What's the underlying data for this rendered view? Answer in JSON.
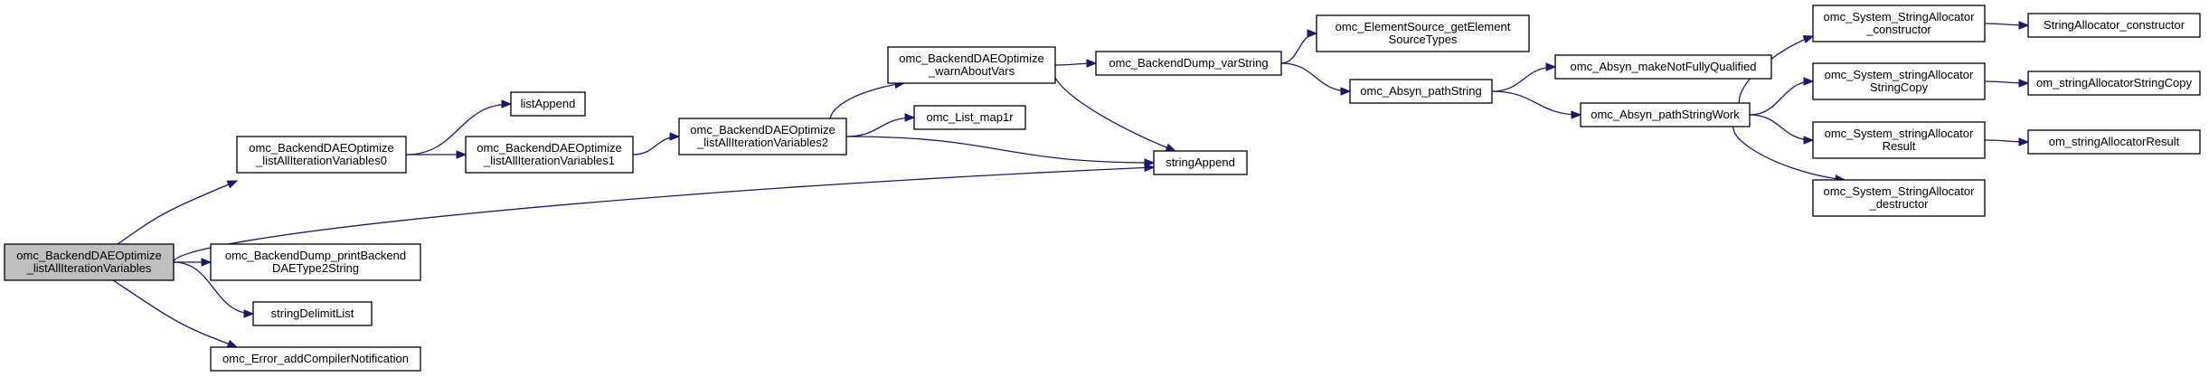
{
  "diagram": {
    "colors": {
      "edge": "#191970",
      "node_fill": "#ffffff",
      "root_fill": "#bfbfbf",
      "border": "#000000"
    },
    "nodes": [
      {
        "id": "root",
        "lines": [
          "omc_BackendDAEOptimize",
          "_listAllIterationVariables"
        ],
        "root": true
      },
      {
        "id": "liv0",
        "lines": [
          "omc_BackendDAEOptimize",
          "_listAllIterationVariables0"
        ]
      },
      {
        "id": "printDAE",
        "lines": [
          "omc_BackendDump_printBackend",
          "DAEType2String"
        ]
      },
      {
        "id": "strDelim",
        "lines": [
          "stringDelimitList"
        ]
      },
      {
        "id": "errNotif",
        "lines": [
          "omc_Error_addCompilerNotification"
        ]
      },
      {
        "id": "listAppend",
        "lines": [
          "listAppend"
        ]
      },
      {
        "id": "liv1",
        "lines": [
          "omc_BackendDAEOptimize",
          "_listAllIterationVariables1"
        ]
      },
      {
        "id": "liv2",
        "lines": [
          "omc_BackendDAEOptimize",
          "_listAllIterationVariables2"
        ]
      },
      {
        "id": "warn",
        "lines": [
          "omc_BackendDAEOptimize",
          "_warnAboutVars"
        ]
      },
      {
        "id": "map1r",
        "lines": [
          "omc_List_map1r"
        ]
      },
      {
        "id": "strAppend",
        "lines": [
          "stringAppend"
        ]
      },
      {
        "id": "varString",
        "lines": [
          "omc_BackendDump_varString"
        ]
      },
      {
        "id": "elemSrc",
        "lines": [
          "omc_ElementSource_getElement",
          "SourceTypes"
        ]
      },
      {
        "id": "pathString",
        "lines": [
          "omc_Absyn_pathString"
        ]
      },
      {
        "id": "makeNFQ",
        "lines": [
          "omc_Absyn_makeNotFullyQualified"
        ]
      },
      {
        "id": "pathStrWork",
        "lines": [
          "omc_Absyn_pathStringWork"
        ]
      },
      {
        "id": "saCtor",
        "lines": [
          "omc_System_StringAllocator",
          "_constructor"
        ]
      },
      {
        "id": "saCopy",
        "lines": [
          "omc_System_stringAllocator",
          "StringCopy"
        ]
      },
      {
        "id": "saResult",
        "lines": [
          "omc_System_stringAllocator",
          "Result"
        ]
      },
      {
        "id": "saDtor",
        "lines": [
          "omc_System_StringAllocator",
          "_destructor"
        ]
      },
      {
        "id": "saConstructor",
        "lines": [
          "StringAllocator_constructor"
        ]
      },
      {
        "id": "omCopy",
        "lines": [
          "om_stringAllocatorStringCopy"
        ]
      },
      {
        "id": "omResult",
        "lines": [
          "om_stringAllocatorResult"
        ]
      }
    ],
    "edges": [
      [
        "root",
        "liv0"
      ],
      [
        "root",
        "printDAE"
      ],
      [
        "root",
        "strDelim"
      ],
      [
        "root",
        "errNotif"
      ],
      [
        "root",
        "strAppend"
      ],
      [
        "liv0",
        "listAppend"
      ],
      [
        "liv0",
        "liv1"
      ],
      [
        "liv1",
        "liv2"
      ],
      [
        "liv2",
        "warn"
      ],
      [
        "liv2",
        "map1r"
      ],
      [
        "liv2",
        "strAppend"
      ],
      [
        "warn",
        "varString"
      ],
      [
        "warn",
        "strAppend"
      ],
      [
        "varString",
        "elemSrc"
      ],
      [
        "varString",
        "pathString"
      ],
      [
        "pathString",
        "makeNFQ"
      ],
      [
        "pathString",
        "pathStrWork"
      ],
      [
        "pathStrWork",
        "saCtor"
      ],
      [
        "pathStrWork",
        "saCopy"
      ],
      [
        "pathStrWork",
        "saResult"
      ],
      [
        "pathStrWork",
        "saDtor"
      ],
      [
        "saCtor",
        "saConstructor"
      ],
      [
        "saCopy",
        "omCopy"
      ],
      [
        "saResult",
        "omResult"
      ]
    ]
  }
}
